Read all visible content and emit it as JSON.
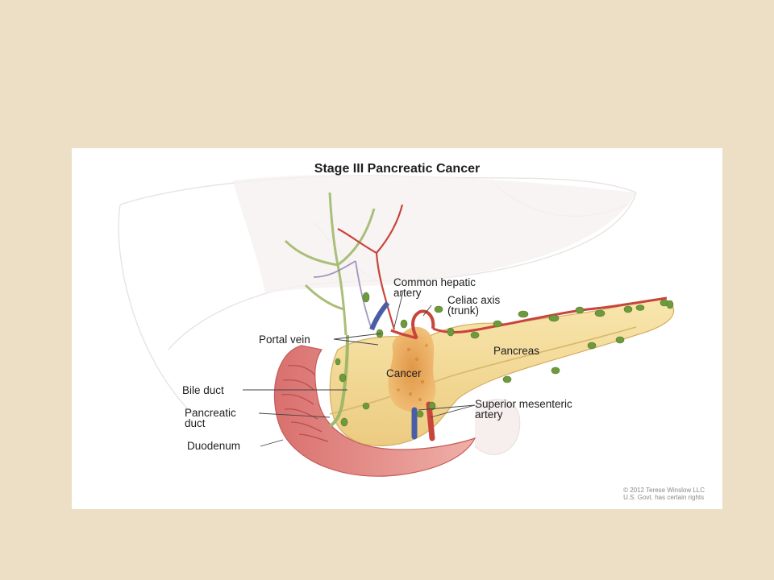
{
  "diagram": {
    "title": "Stage III Pancreatic Cancer",
    "labels": {
      "common_hepatic_artery_1": "Common hepatic",
      "common_hepatic_artery_2": "artery",
      "celiac_axis_1": "Celiac axis",
      "celiac_axis_2": "(trunk)",
      "portal_vein": "Portal vein",
      "pancreas": "Pancreas",
      "cancer": "Cancer",
      "bile_duct": "Bile duct",
      "pancreatic_duct_1": "Pancreatic",
      "pancreatic_duct_2": "duct",
      "superior_mesenteric_artery_1": "Superior mesenteric",
      "superior_mesenteric_artery_2": "artery",
      "duodenum": "Duodenum"
    },
    "credit_line_1": "© 2012 Terese Winslow LLC",
    "credit_line_2": "U.S. Govt. has certain rights"
  },
  "colors": {
    "slide_background": "#ecdfc6",
    "pancreas": "#f5dc9a",
    "tumor": "#e9a34f",
    "artery": "#c8453c",
    "vein": "#4a5ea8",
    "bile_duct": "#9fb86a",
    "lymph_node": "#6f9a3c",
    "duodenum": "#e58f8b"
  }
}
